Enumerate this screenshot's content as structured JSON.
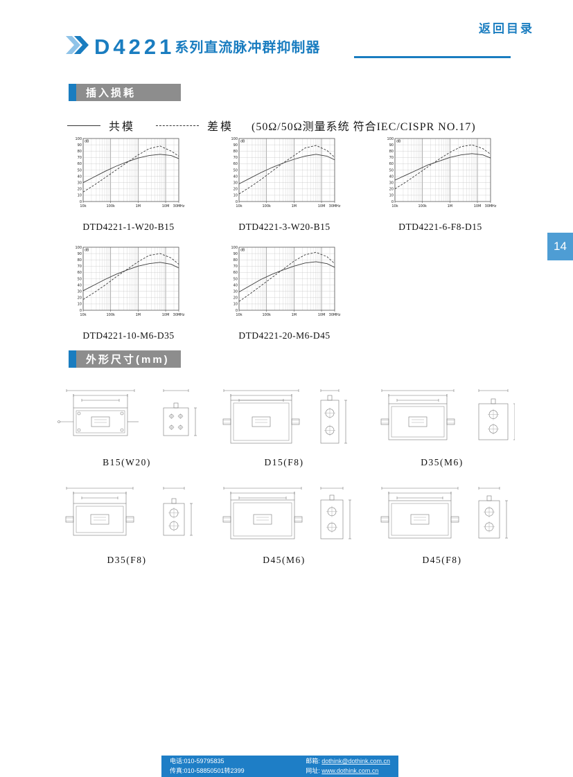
{
  "page": {
    "back_link": "返回目录",
    "header": {
      "series_code": "D4221",
      "series_title": "系列直流脉冲群抑制器"
    },
    "page_tab": "14",
    "sections": {
      "insertion_loss": "插入损耗",
      "dimensions": "外形尺寸(mm)"
    },
    "legend": {
      "common_mode": "共模",
      "diff_mode": "差模",
      "note": "(50Ω/50Ω测量系统 符合IEC/CISPR NO.17)"
    },
    "footer": {
      "phone": "电话:010-59795835",
      "fax": "传真:010-58850501转2399",
      "email_label": "邮箱:",
      "email": "dothink@dothink.com.cn",
      "web_label": "网址:",
      "web": "www.dothink.com.cn"
    },
    "colors": {
      "accent_blue": "#1a7dc0",
      "tab_blue": "#4e9dd4",
      "section_gray": "#8d8d8d",
      "footer_blue": "#1e7ec6"
    }
  },
  "charts": [
    {
      "type": "line",
      "title": "DTD4221-1-W20-B15",
      "ylabel": "dB",
      "x_unit": "Hz",
      "x_ticks": [
        "10k",
        "100k",
        "1M",
        "10M",
        "30M"
      ],
      "ylim": [
        0,
        100
      ],
      "y_step": 10,
      "series": [
        {
          "name": "共模",
          "line": "solid",
          "x_log": [
            4,
            4.4,
            4.8,
            5.2,
            5.6,
            6,
            6.4,
            6.8,
            7.2,
            7.48
          ],
          "y_db": [
            30,
            39,
            48,
            56,
            63,
            69,
            73,
            75,
            73,
            68
          ]
        },
        {
          "name": "差模",
          "line": "dashed",
          "x_log": [
            4,
            4.4,
            4.8,
            5.2,
            5.6,
            6,
            6.4,
            6.8,
            7.2,
            7.48
          ],
          "y_db": [
            15,
            26,
            38,
            50,
            62,
            74,
            84,
            88,
            80,
            72
          ]
        }
      ]
    },
    {
      "type": "line",
      "title": "DTD4221-3-W20-B15",
      "ylabel": "dB",
      "x_unit": "Hz",
      "x_ticks": [
        "10k",
        "100k",
        "1M",
        "10M",
        "30M"
      ],
      "ylim": [
        0,
        100
      ],
      "y_step": 10,
      "series": [
        {
          "name": "共模",
          "line": "solid",
          "x_log": [
            4,
            4.4,
            4.8,
            5.2,
            5.6,
            6,
            6.4,
            6.8,
            7.2,
            7.48
          ],
          "y_db": [
            28,
            37,
            46,
            54,
            61,
            67,
            72,
            75,
            72,
            66
          ]
        },
        {
          "name": "差模",
          "line": "dashed",
          "x_log": [
            4,
            4.4,
            4.8,
            5.2,
            5.6,
            6,
            6.4,
            6.8,
            7.2,
            7.48
          ],
          "y_db": [
            12,
            23,
            35,
            48,
            61,
            73,
            85,
            89,
            81,
            70
          ]
        }
      ]
    },
    {
      "type": "line",
      "title": "DTD4221-6-F8-D15",
      "ylabel": "dB",
      "x_unit": "Hz",
      "x_ticks": [
        "10k",
        "100k",
        "1M",
        "10M",
        "30M"
      ],
      "ylim": [
        0,
        100
      ],
      "y_step": 10,
      "series": [
        {
          "name": "共模",
          "line": "solid",
          "x_log": [
            4,
            4.4,
            4.8,
            5.2,
            5.6,
            6,
            6.4,
            6.8,
            7.2,
            7.48
          ],
          "y_db": [
            34,
            42,
            50,
            58,
            64,
            70,
            74,
            76,
            74,
            69
          ]
        },
        {
          "name": "差模",
          "line": "dashed",
          "x_log": [
            4,
            4.4,
            4.8,
            5.2,
            5.6,
            6,
            6.4,
            6.8,
            7.2,
            7.48
          ],
          "y_db": [
            20,
            31,
            43,
            55,
            67,
            78,
            87,
            90,
            84,
            75
          ]
        }
      ]
    },
    {
      "type": "line",
      "title": "DTD4221-10-M6-D35",
      "ylabel": "dB",
      "x_unit": "Hz",
      "x_ticks": [
        "10k",
        "100k",
        "1M",
        "10M",
        "30M"
      ],
      "ylim": [
        0,
        100
      ],
      "y_step": 10,
      "series": [
        {
          "name": "共模",
          "line": "solid",
          "x_log": [
            4,
            4.4,
            4.8,
            5.2,
            5.6,
            6,
            6.4,
            6.8,
            7.2,
            7.48
          ],
          "y_db": [
            31,
            40,
            49,
            57,
            64,
            70,
            74,
            76,
            73,
            67
          ]
        },
        {
          "name": "差模",
          "line": "dashed",
          "x_log": [
            4,
            4.4,
            4.8,
            5.2,
            5.6,
            6,
            6.4,
            6.8,
            7.2,
            7.48
          ],
          "y_db": [
            17,
            28,
            40,
            53,
            65,
            77,
            87,
            90,
            83,
            73
          ]
        }
      ]
    },
    {
      "type": "line",
      "title": "DTD4221-20-M6-D45",
      "ylabel": "dB",
      "x_unit": "Hz",
      "x_ticks": [
        "10k",
        "100k",
        "1M",
        "10M",
        "30M"
      ],
      "ylim": [
        0,
        100
      ],
      "y_step": 10,
      "series": [
        {
          "name": "共模",
          "line": "solid",
          "x_log": [
            4,
            4.4,
            4.8,
            5.2,
            5.6,
            6,
            6.4,
            6.8,
            7.2,
            7.48
          ],
          "y_db": [
            29,
            39,
            49,
            57,
            64,
            70,
            75,
            77,
            74,
            68
          ]
        },
        {
          "name": "差模",
          "line": "dashed",
          "x_log": [
            4,
            4.4,
            4.8,
            5.2,
            5.6,
            6,
            6.4,
            6.8,
            7.2,
            7.48
          ],
          "y_db": [
            14,
            26,
            39,
            52,
            65,
            78,
            88,
            92,
            85,
            74
          ]
        }
      ]
    }
  ],
  "drawings": [
    {
      "label": "B15(W20)"
    },
    {
      "label": "D15(F8)"
    },
    {
      "label": "D35(M6)"
    },
    {
      "label": "D35(F8)"
    },
    {
      "label": "D45(M6)"
    },
    {
      "label": "D45(F8)"
    }
  ]
}
